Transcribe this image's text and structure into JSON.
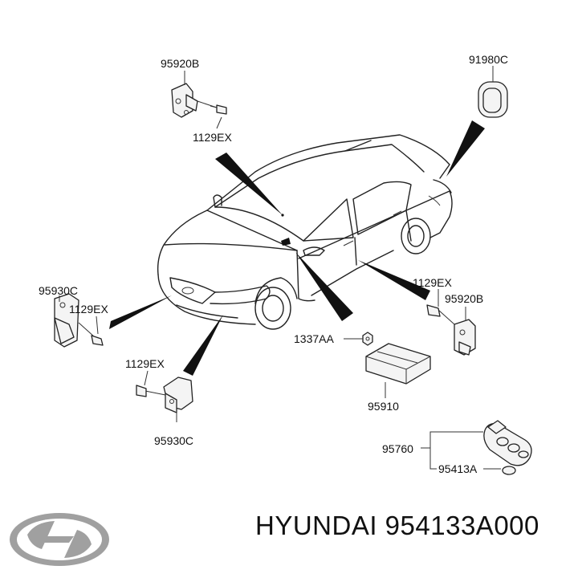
{
  "labels": {
    "p1": "95920B",
    "p2": "1129EX",
    "p3": "91980C",
    "p4": "95930C",
    "p5": "1129EX",
    "p6": "1129EX",
    "p7": "95920B",
    "p8": "1337AA",
    "p9": "95910",
    "p10": "1129EX",
    "p11": "95930C",
    "p12": "95760",
    "p13": "95413A"
  },
  "caption": "HYUNDAI 954133A000",
  "colors": {
    "ink": "#111111",
    "logo": "#9a9a9a"
  },
  "icons": {
    "brand": "hyundai-logo-icon"
  }
}
